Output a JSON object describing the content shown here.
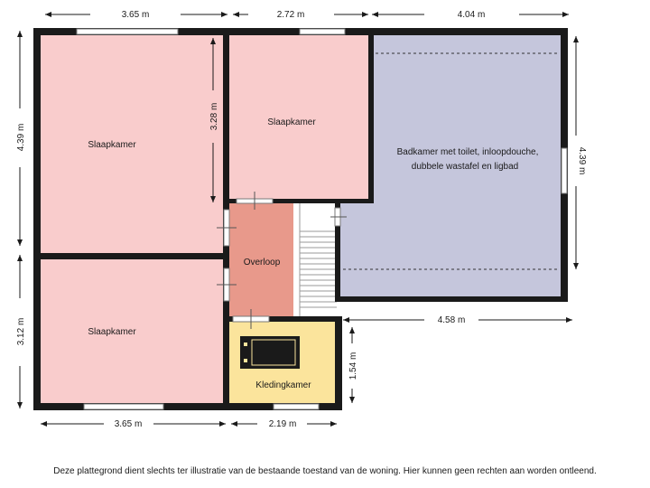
{
  "rooms": {
    "bedroom_top_left": "Slaapkamer",
    "bedroom_top_middle": "Slaapkamer",
    "bedroom_bottom_left": "Slaapkamer",
    "bathroom_line1": "Badkamer met toilet, inloopdouche,",
    "bathroom_line2": "dubbele wastafel en ligbad",
    "landing": "Overloop",
    "walk_in_closet": "Kledingkamer"
  },
  "dimensions": {
    "top_left_width": "3.65 m",
    "top_middle_width": "2.72 m",
    "top_right_width": "4.04 m",
    "left_upper_height": "4.39 m",
    "left_lower_height": "3.12 m",
    "bedroom_top_left_inner_height": "3.28 m",
    "bathroom_height": "4.39 m",
    "bathroom_bottom_width": "4.58 m",
    "closet_height": "1.54 m",
    "bottom_left_width": "3.65 m",
    "bottom_middle_width": "2.19 m"
  },
  "colors": {
    "bedroom": "#f9cccc",
    "bathroom": "#c5c6dc",
    "landing": "#e8998b",
    "closet": "#fbe49c",
    "wall": "#1a1a1a"
  },
  "footer": {
    "disclaimer": "Deze plattegrond dient slechts ter illustratie van de bestaande toestand van de woning.  Hier kunnen geen rechten aan worden ontleend."
  }
}
